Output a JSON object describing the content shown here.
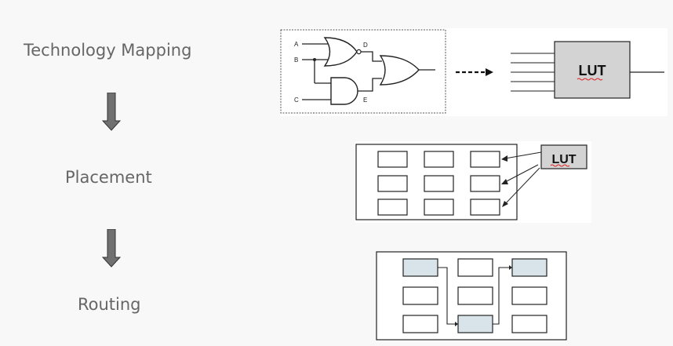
{
  "steps": {
    "mapping": "Technology Mapping",
    "placement": "Placement",
    "routing": "Routing"
  },
  "mapping_panel": {
    "inputs": [
      "A",
      "B",
      "C"
    ],
    "internal": [
      "D",
      "E"
    ],
    "lut_label": "LUT"
  },
  "placement_panel": {
    "lut_label": "LUT"
  },
  "colors": {
    "text": "#666666",
    "lut_fill": "#d3d3d3",
    "routed_cell": "#d9e4ea",
    "arrow_fill": "#707070"
  }
}
